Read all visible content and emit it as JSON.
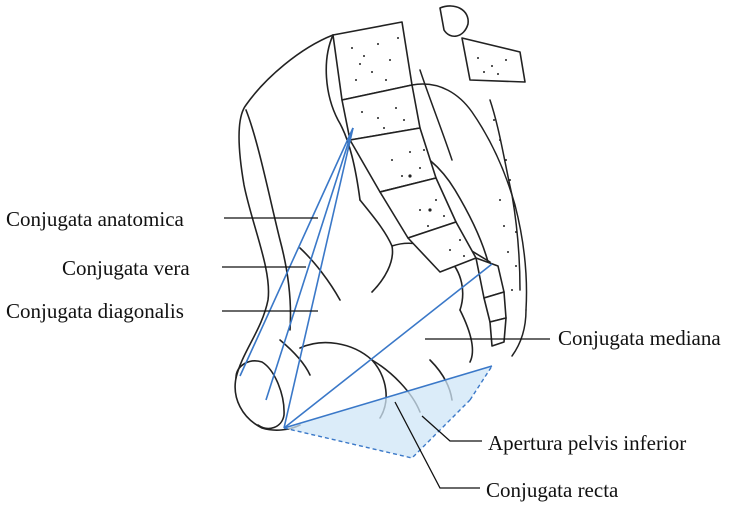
{
  "labels": {
    "conjugata_anatomica": "Conjugata anatomica",
    "conjugata_vera": "Conjugata vera",
    "conjugata_diagonalis": "Conjugata diagonalis",
    "conjugata_mediana": "Conjugata mediana",
    "apertura_pelvis_inferior": "Apertura pelvis inferior",
    "conjugata_recta": "Conjugata recta"
  },
  "colors": {
    "outline": "#222222",
    "measurement_line": "#3a78c8",
    "aperture_fill": "#cfe6f7"
  }
}
